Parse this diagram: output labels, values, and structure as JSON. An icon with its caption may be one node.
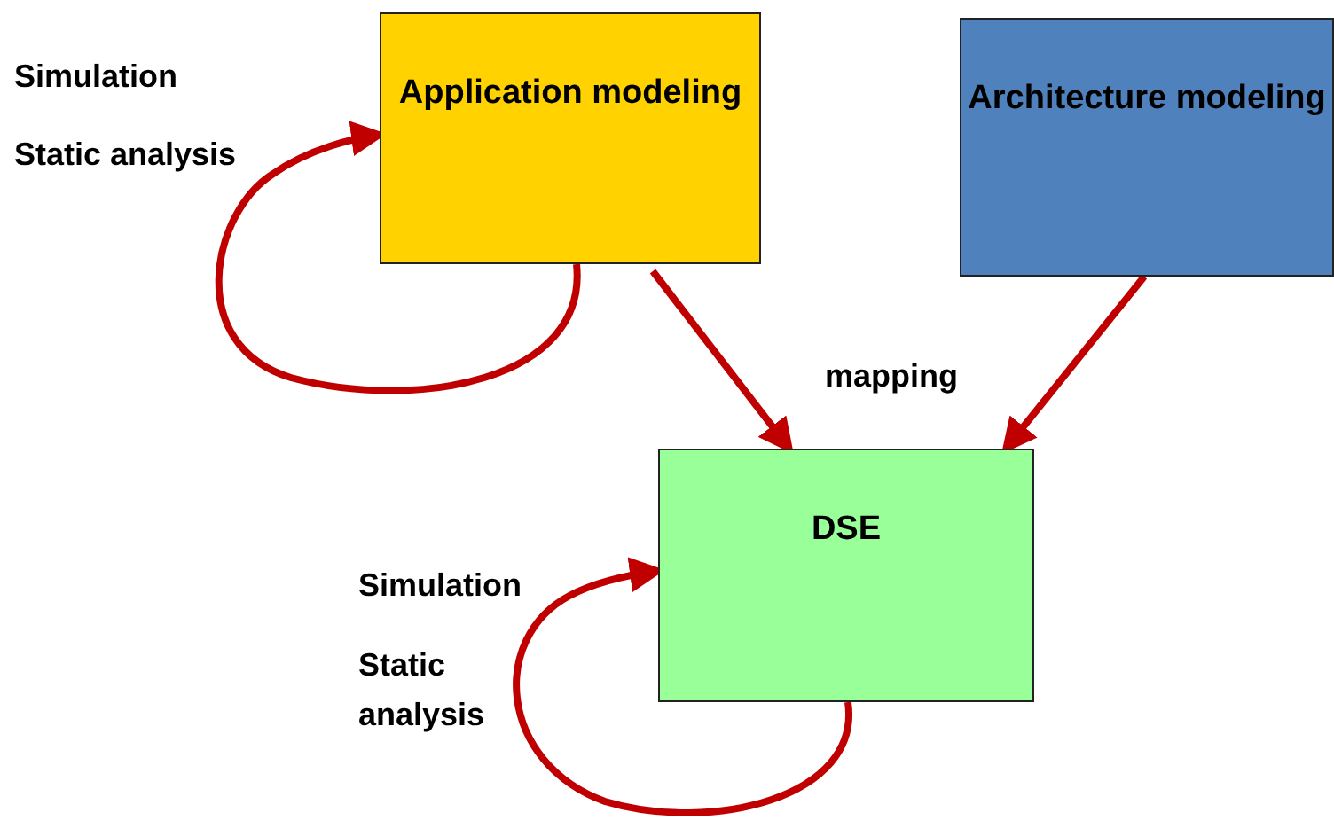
{
  "diagram": {
    "nodes": [
      {
        "text": [
          "Application modeling"
        ]
      },
      {
        "text": [
          "Architecture modeling"
        ]
      },
      {
        "text": [
          "DSE"
        ]
      }
    ],
    "edges": [
      {
        "from": 0,
        "to": 0,
        "arrow": "to"
      },
      {
        "from": 0,
        "to": 2,
        "arrow": "to"
      },
      {
        "from": 1,
        "to": 2,
        "arrow": "to"
      },
      {
        "from": 2,
        "to": 2,
        "arrow": "to"
      }
    ],
    "labels": [
      "Simulation",
      "Static analysis",
      "mapping",
      "Simulation",
      "Static analysis"
    ]
  }
}
